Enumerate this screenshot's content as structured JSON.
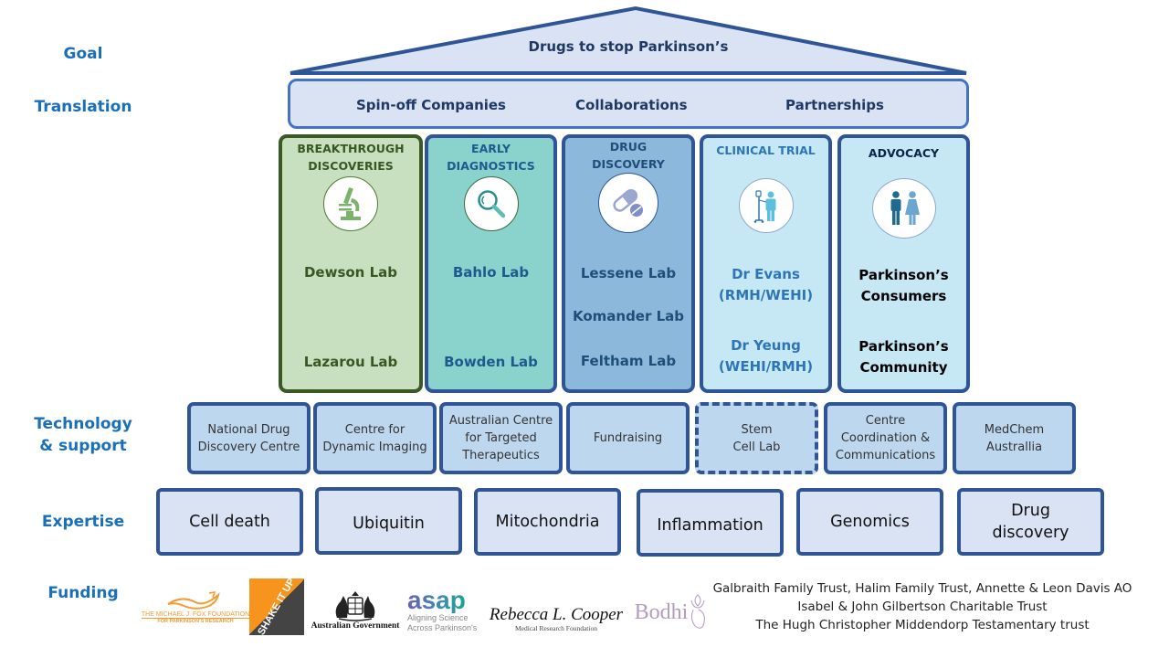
{
  "row_labels": {
    "goal": "Goal",
    "translation": "Translation",
    "technology_line1": "Technology",
    "technology_line2": "& support",
    "expertise": "Expertise",
    "funding": "Funding"
  },
  "goal": {
    "title": "Drugs to stop Parkinson’s"
  },
  "translation": {
    "items": [
      "Spin-off Companies",
      "Collaborations",
      "Partnerships"
    ]
  },
  "pillars": [
    {
      "title_line1": "BREAKTHROUGH",
      "title_line2": "DISCOVERIES",
      "icon": "microscope-icon",
      "labs": [
        "Dewson Lab",
        "Lazarou Lab"
      ],
      "color": "#c9e0c0"
    },
    {
      "title_line1": "EARLY",
      "title_line2": "DIAGNOSTICS",
      "icon": "magnifier-icon",
      "labs": [
        "Bahlo Lab",
        "Bowden Lab"
      ],
      "color": "#8ad3cc"
    },
    {
      "title_line1": "DRUG",
      "title_line2": "DISCOVERY",
      "icon": "pill-icon",
      "labs": [
        "Lessene Lab",
        "Komander Lab",
        "Feltham Lab"
      ],
      "color": "#8bb8db"
    },
    {
      "title_line1": "CLINICAL TRIAL",
      "icon": "patient-iv-icon",
      "labs": [
        {
          "line1": "Dr Evans",
          "line2": "(RMH/WEHI)"
        },
        {
          "line1": "Dr Yeung",
          "line2": "(WEHI/RMH)"
        }
      ],
      "color": "#c6e8f5"
    },
    {
      "title_line1": "ADVOCACY",
      "icon": "people-icon",
      "labs": [
        {
          "line1": "Parkinson’s",
          "line2": "Consumers"
        },
        {
          "line1": "Parkinson’s",
          "line2": "Community"
        }
      ],
      "color": "#c6e8f5"
    }
  ],
  "technology": [
    {
      "line1": "National Drug",
      "line2": "Discovery Centre"
    },
    {
      "line1": "Centre for",
      "line2": "Dynamic Imaging"
    },
    {
      "line1": "Australian Centre",
      "line2": "for Targeted",
      "line3": "Therapeutics"
    },
    {
      "line1": "Fundraising"
    },
    {
      "line1": "Stem",
      "line2": "Cell Lab",
      "dashed": true
    },
    {
      "line1": "Centre",
      "line2": "Coordination &",
      "line3": "Communications"
    },
    {
      "line1": "MedChem",
      "line2": "Australlia"
    }
  ],
  "expertise": [
    {
      "line1": "Cell death"
    },
    {
      "line1": "Ubiquitin"
    },
    {
      "line1": "Mitochondria"
    },
    {
      "line1": "Inflammation"
    },
    {
      "line1": "Genomics"
    },
    {
      "line1": "Drug",
      "line2": "discovery"
    }
  ],
  "funding": {
    "logos": {
      "mjff_line1": "THE MICHAEL J. FOX FOUNDATION",
      "mjff_line2": "FOR PARKINSON’S RESEARCH",
      "shakeitup": "SHAKE IT UP",
      "ausgov": "Australian Government",
      "asap_name": "asap",
      "asap_line1": "Aligning Science",
      "asap_line2": "Across Parkinson's",
      "cooper_name": "Rebecca L. Cooper",
      "cooper_sub": "Medical Research Foundation",
      "bodhi": "Bodhi"
    },
    "trusts": [
      "Galbraith Family Trust, Halim Family Trust, Annette & Leon Davis AO",
      "Isabel & John Gilbertson Charitable Trust",
      "The Hugh Christopher Middendorp Testamentary trust"
    ]
  }
}
